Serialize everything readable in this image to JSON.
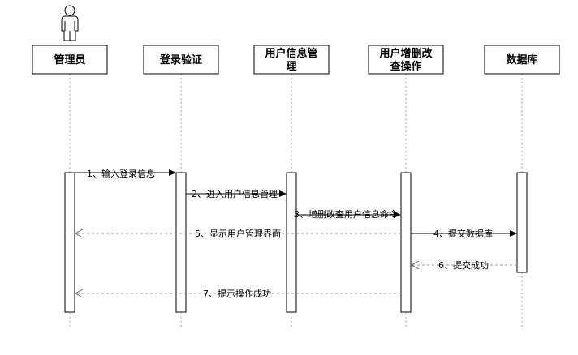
{
  "actor": {
    "icon": "person-icon"
  },
  "lifelines": [
    {
      "id": "admin",
      "label_lines": [
        "管理员"
      ]
    },
    {
      "id": "login",
      "label_lines": [
        "登录验证"
      ]
    },
    {
      "id": "user-info",
      "label_lines": [
        "用户信息管",
        "理"
      ]
    },
    {
      "id": "crud",
      "label_lines": [
        "用户增删改",
        "查操作"
      ]
    },
    {
      "id": "db",
      "label_lines": [
        "数据库"
      ]
    }
  ],
  "messages": [
    {
      "n": 1,
      "label": "1、输入登录信息",
      "from": "admin",
      "to": "login",
      "style": "solid"
    },
    {
      "n": 2,
      "label": "2、进入用户信息管理",
      "from": "login",
      "to": "user-info",
      "style": "solid"
    },
    {
      "n": 3,
      "label": "3、增删改查用户信息命令",
      "from": "user-info",
      "to": "crud",
      "style": "solid"
    },
    {
      "n": 4,
      "label": "4、提交数据库",
      "from": "crud",
      "to": "db",
      "style": "solid"
    },
    {
      "n": 5,
      "label": "5、显示用户管理界面",
      "from": "crud",
      "to": "admin",
      "style": "dashed"
    },
    {
      "n": 6,
      "label": "6、提交成功",
      "from": "db",
      "to": "crud",
      "style": "dashed"
    },
    {
      "n": 7,
      "label": "7、提示操作成功",
      "from": "crud",
      "to": "admin",
      "style": "dashed"
    }
  ]
}
